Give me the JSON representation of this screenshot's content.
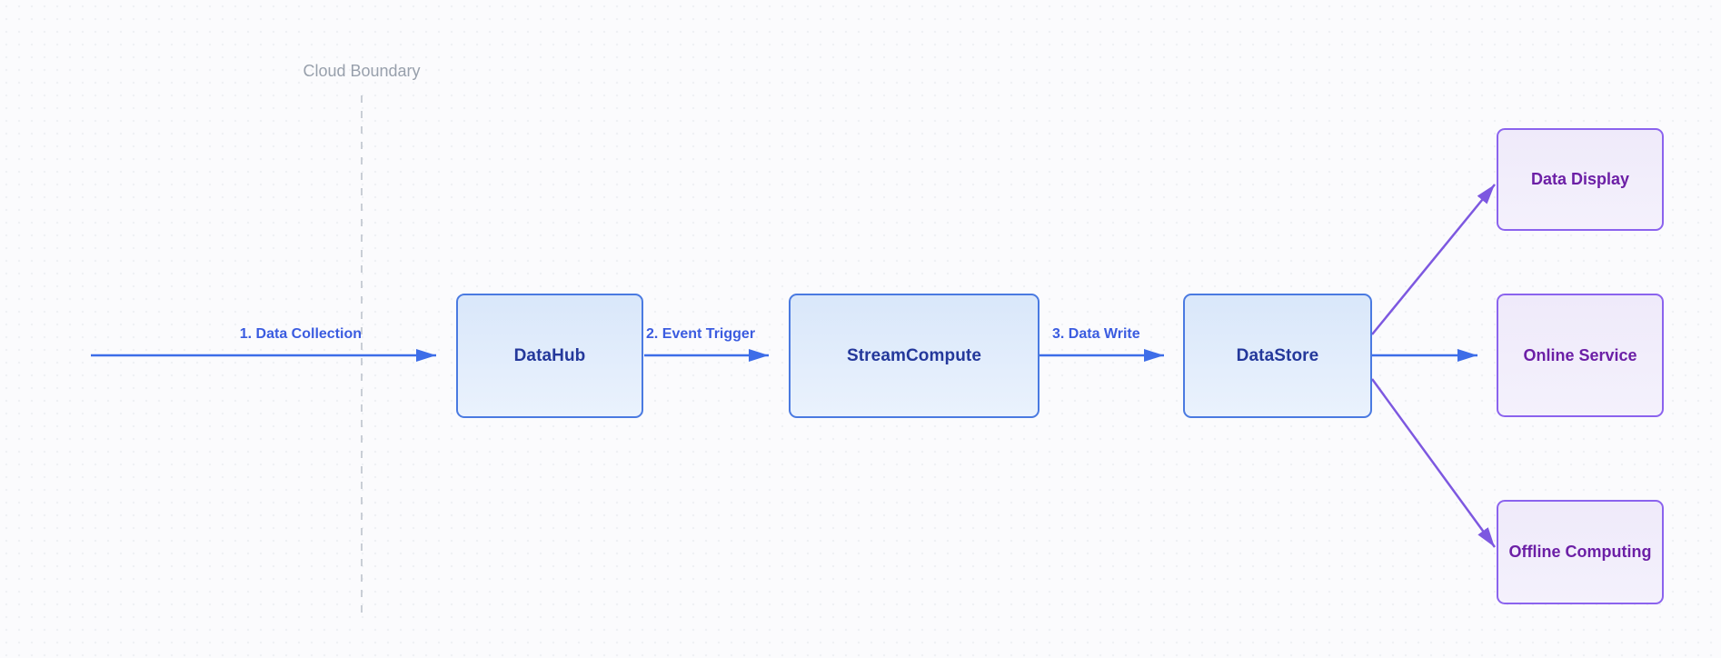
{
  "diagram": {
    "boundary": {
      "label": "Cloud Boundary"
    },
    "nodes": {
      "datahub": {
        "label": "DataHub"
      },
      "streamcompute": {
        "label": "StreamCompute"
      },
      "datastore": {
        "label": "DataStore"
      },
      "data_display": {
        "label": "Data Display"
      },
      "online_service": {
        "label": "Online Service"
      },
      "offline_computing": {
        "label": "Offline Computing"
      }
    },
    "edges": {
      "collection": {
        "label": "1. Data Collection"
      },
      "trigger": {
        "label": "2. Event Trigger"
      },
      "write": {
        "label": "3. Data Write"
      }
    },
    "colors": {
      "canvas-bg": "#fbfbfd",
      "boundary-text": "#98a0ac",
      "boundary-line": "#c9ced6",
      "blue-line": "#3d6de8",
      "blue-label": "#3b5ce0",
      "blue-node-border": "#4a7ae1",
      "blue-node-fill-top": "#d9e7fa",
      "blue-node-fill-bottom": "#eaf2fd",
      "blue-node-text": "#24389b",
      "purple-line": "#7d58e0",
      "purple-node-border": "#8b63ee",
      "purple-node-fill-top": "#efeafa",
      "purple-node-fill-bottom": "#f4f1fc",
      "purple-node-text": "#6c1fa6"
    }
  }
}
